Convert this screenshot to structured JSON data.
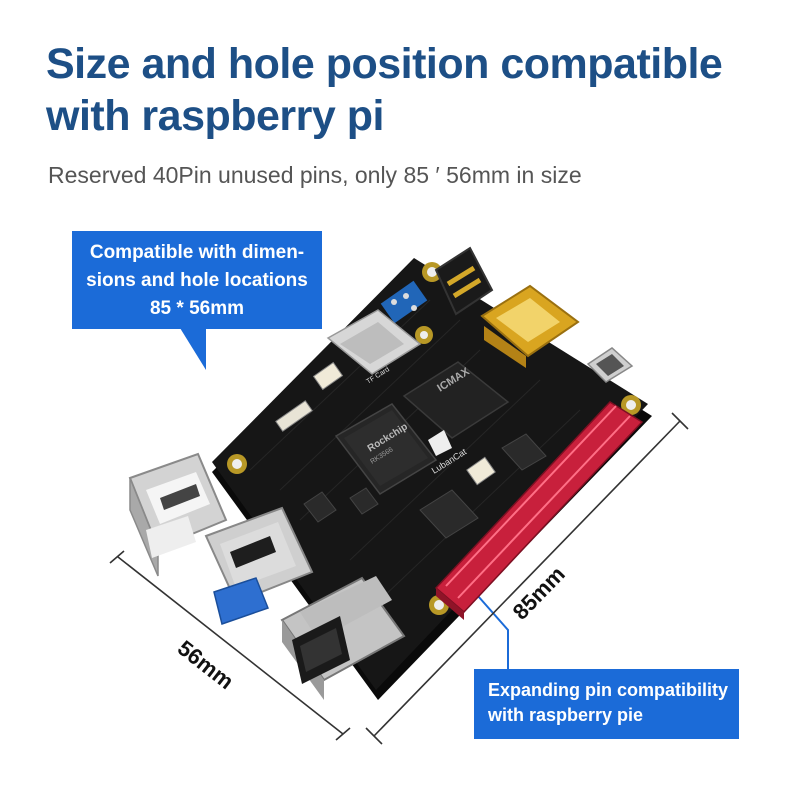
{
  "header": {
    "title_line1": "Size and hole position compatible",
    "title_line2": "with raspberry pi",
    "subtitle": "Reserved 40Pin unused pins, only 85 ′ 56mm in size"
  },
  "callouts": {
    "dimensions": {
      "line1": "Compatible with dimen-",
      "line2": "sions and hole locations",
      "line3": "85 * 56mm"
    },
    "pins": {
      "line1": "Expanding pin compatibility",
      "line2": "with raspberry pie"
    }
  },
  "dimensions": {
    "width_label": "56mm",
    "length_label": "85mm"
  },
  "board_markings": {
    "soc_brand": "Rockchip",
    "soc_model": "RK3566",
    "memory_brand": "ICMAX",
    "product_brand": "LubanCat",
    "sd_label": "TF Card"
  },
  "colors": {
    "title": "#1d4f86",
    "callout_bg": "#1b6bd8",
    "board_pcb": "#161616",
    "gpio_header": "#c8203c",
    "hdmi_gold": "#d9a520"
  }
}
